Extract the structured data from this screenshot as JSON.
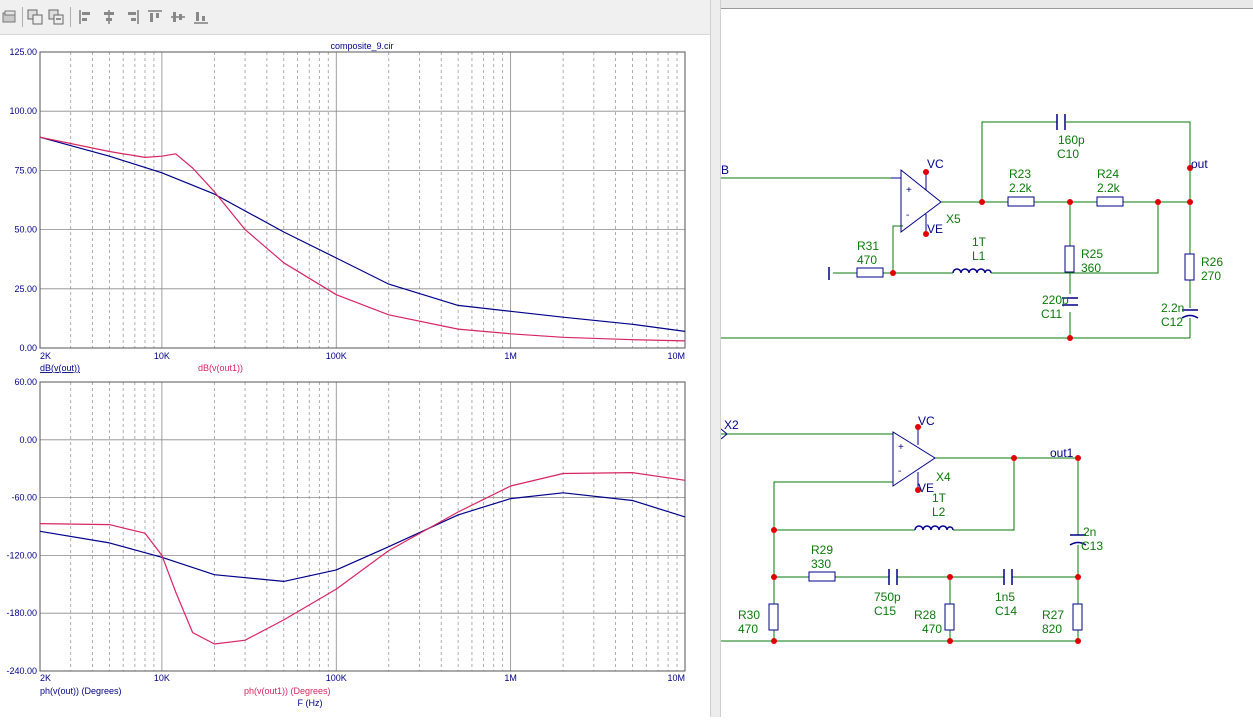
{
  "toolbar": {
    "buttons": [
      "copy-plot-icon",
      "copy-icon",
      "copy-data-icon",
      "align-left-icon",
      "align-center-icon",
      "align-right-icon",
      "align-top-icon",
      "align-middle-icon",
      "align-bottom-icon"
    ]
  },
  "plot": {
    "title": "composite_9.cir",
    "xlabel": "F (Hz)"
  },
  "chart_data": [
    {
      "type": "line",
      "xscale": "log",
      "xlim": [
        2000,
        10000000
      ],
      "x_ticks": [
        "2K",
        "10K",
        "100K",
        "1M",
        "10M"
      ],
      "ylim": [
        0,
        125
      ],
      "y_ticks": [
        "125.00",
        "100.00",
        "75.00",
        "50.00",
        "25.00",
        "0.00"
      ],
      "grid": true,
      "legend": [
        "dB(v(out))",
        "dB(v(out1))"
      ],
      "series": [
        {
          "name": "dB(v(out))",
          "color": "#00008b",
          "x": [
            2000,
            5000,
            10000,
            20000,
            50000,
            100000,
            200000,
            500000,
            1000000,
            2000000,
            5000000,
            10000000
          ],
          "y": [
            89,
            81,
            74,
            65,
            49,
            38,
            27,
            18,
            15.5,
            13,
            10,
            7
          ]
        },
        {
          "name": "dB(v(out1))",
          "color": "#d8255e",
          "x": [
            2000,
            5000,
            8000,
            10000,
            12000,
            15000,
            20000,
            30000,
            50000,
            100000,
            200000,
            500000,
            1000000,
            2000000,
            5000000,
            10000000
          ],
          "y": [
            89,
            83,
            80.5,
            81,
            82,
            76,
            66,
            50,
            36,
            22.5,
            14,
            8,
            6,
            4.5,
            3.5,
            3
          ]
        }
      ]
    },
    {
      "type": "line",
      "xscale": "log",
      "xlim": [
        2000,
        10000000
      ],
      "x_ticks": [
        "2K",
        "10K",
        "100K",
        "1M",
        "10M"
      ],
      "ylim": [
        -240,
        60
      ],
      "y_ticks": [
        "60.00",
        "0.00",
        "-60.00",
        "-120.00",
        "-180.00",
        "-240.00"
      ],
      "grid": true,
      "xlabel": "F (Hz)",
      "legend": [
        "ph(v(out)) (Degrees)",
        "ph(v(out1)) (Degrees)"
      ],
      "series": [
        {
          "name": "ph(v(out)) (Degrees)",
          "color": "#00008b",
          "x": [
            2000,
            5000,
            10000,
            20000,
            50000,
            100000,
            200000,
            500000,
            1000000,
            2000000,
            5000000,
            10000000
          ],
          "y": [
            -95,
            -107,
            -122,
            -140,
            -147,
            -135,
            -111,
            -78,
            -61,
            -55,
            -63,
            -80
          ]
        },
        {
          "name": "ph(v(out1)) (Degrees)",
          "color": "#d8255e",
          "x": [
            2000,
            5000,
            8000,
            10000,
            12000,
            15000,
            20000,
            30000,
            50000,
            100000,
            200000,
            500000,
            1000000,
            2000000,
            5000000,
            10000000
          ],
          "y": [
            -87,
            -88,
            -97,
            -120,
            -158,
            -200,
            -212,
            -208,
            -187,
            -155,
            -115,
            -75,
            -48,
            -35,
            -34,
            -42
          ]
        }
      ]
    }
  ],
  "schematic": {
    "top": {
      "input_label": "B",
      "opamp": "X5",
      "vc": "VC",
      "ve": "VE",
      "output_label": "out",
      "components": [
        {
          "ref": "C10",
          "value": "160p"
        },
        {
          "ref": "R23",
          "value": "2.2k"
        },
        {
          "ref": "R24",
          "value": "2.2k"
        },
        {
          "ref": "R31",
          "value": "470"
        },
        {
          "ref": "L1",
          "value": "1T"
        },
        {
          "ref": "R25",
          "value": "360"
        },
        {
          "ref": "C11",
          "value": "220p"
        },
        {
          "ref": "R26",
          "value": "270"
        },
        {
          "ref": "C12",
          "value": "2.2n"
        }
      ]
    },
    "bottom": {
      "input_label": "X2",
      "opamp": "X4",
      "vc": "VC",
      "ve": "VE",
      "output_label": "out1",
      "components": [
        {
          "ref": "L2",
          "value": "1T"
        },
        {
          "ref": "C13",
          "value": "2n"
        },
        {
          "ref": "R29",
          "value": "330"
        },
        {
          "ref": "C15",
          "value": "750p"
        },
        {
          "ref": "C14",
          "value": "1n5"
        },
        {
          "ref": "R30",
          "value": "470"
        },
        {
          "ref": "R28",
          "value": "470"
        },
        {
          "ref": "R27",
          "value": "820"
        }
      ]
    }
  }
}
